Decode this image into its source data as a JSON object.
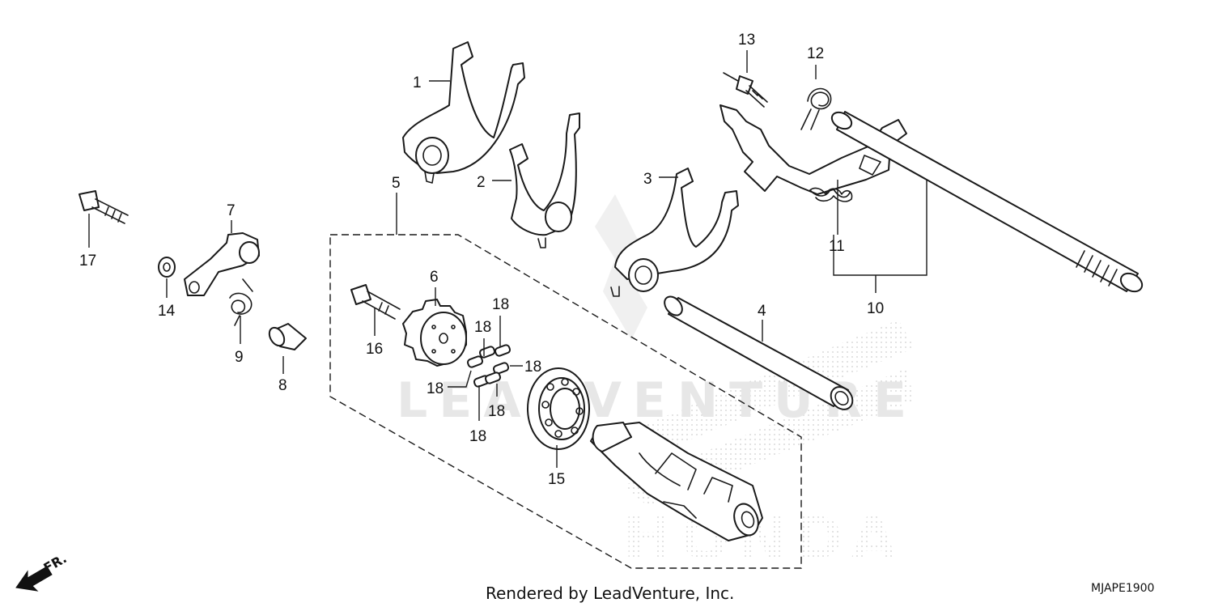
{
  "watermark": {
    "brand": "LEADVENTURE",
    "maker": "HONDA"
  },
  "callouts": {
    "c1": "1",
    "c2": "2",
    "c3": "3",
    "c4": "4",
    "c5": "5",
    "c6": "6",
    "c7": "7",
    "c8": "8",
    "c9": "9",
    "c10": "10",
    "c11": "11",
    "c12": "12",
    "c13": "13",
    "c14": "14",
    "c15": "15",
    "c16": "16",
    "c17": "17",
    "c18a": "18",
    "c18b": "18",
    "c18c": "18",
    "c18d": "18",
    "c18e": "18",
    "c18f": "18"
  },
  "direction_label": "FR.",
  "footer": {
    "credit": "Rendered by LeadVenture, Inc.",
    "diagram_code": "MJAPE1900"
  },
  "colors": {
    "line": "#1a1a1a",
    "watermark": "#e7e7e7"
  }
}
